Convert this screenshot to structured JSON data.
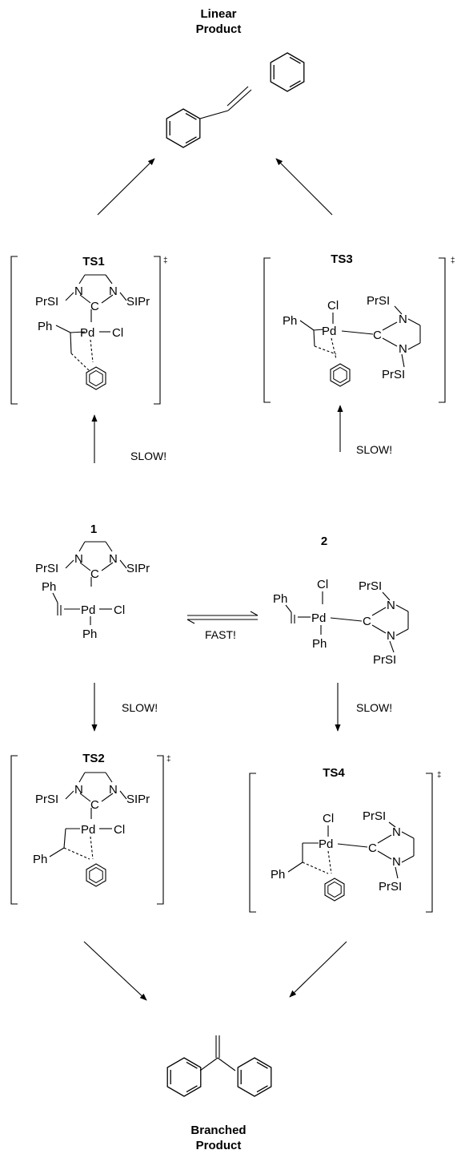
{
  "products": {
    "linear": {
      "line1": "Linear",
      "line2": "Product"
    },
    "branched": {
      "line1": "Branched",
      "line2": "Product"
    }
  },
  "species": {
    "ts1": {
      "label": "TS1",
      "dagger": "‡",
      "n_left": "PrSI",
      "n_right": "SIPr",
      "ph": "Ph",
      "pd": "Pd",
      "cl": "Cl",
      "c": "C",
      "n": "N"
    },
    "ts3": {
      "label": "TS3",
      "dagger": "‡",
      "n_top": "PrSI",
      "n_bottom": "PrSI",
      "ph": "Ph",
      "pd": "Pd",
      "cl": "Cl",
      "c": "C",
      "n": "N"
    },
    "c1": {
      "label": "1",
      "n_left": "PrSI",
      "n_right": "SIPr",
      "ph_top": "Ph",
      "ph_bottom": "Ph",
      "pd": "Pd",
      "cl": "Cl",
      "c": "C",
      "n": "N"
    },
    "c2": {
      "label": "2",
      "n_top": "PrSI",
      "n_bottom": "PrSI",
      "ph_top": "Ph",
      "ph_bottom": "Ph",
      "pd": "Pd",
      "cl": "Cl",
      "c": "C",
      "n": "N"
    },
    "ts2": {
      "label": "TS2",
      "dagger": "‡",
      "n_left": "PrSI",
      "n_right": "SIPr",
      "ph": "Ph",
      "pd": "Pd",
      "cl": "Cl",
      "c": "C",
      "n": "N"
    },
    "ts4": {
      "label": "TS4",
      "dagger": "‡",
      "n_top": "PrSI",
      "n_bottom": "PrSI",
      "ph": "Ph",
      "pd": "Pd",
      "cl": "Cl",
      "c": "C",
      "n": "N"
    }
  },
  "rates": {
    "up_left": "SLOW!",
    "up_right": "SLOW!",
    "equilibrium": "FAST!",
    "down_left": "SLOW!",
    "down_right": "SLOW!"
  }
}
